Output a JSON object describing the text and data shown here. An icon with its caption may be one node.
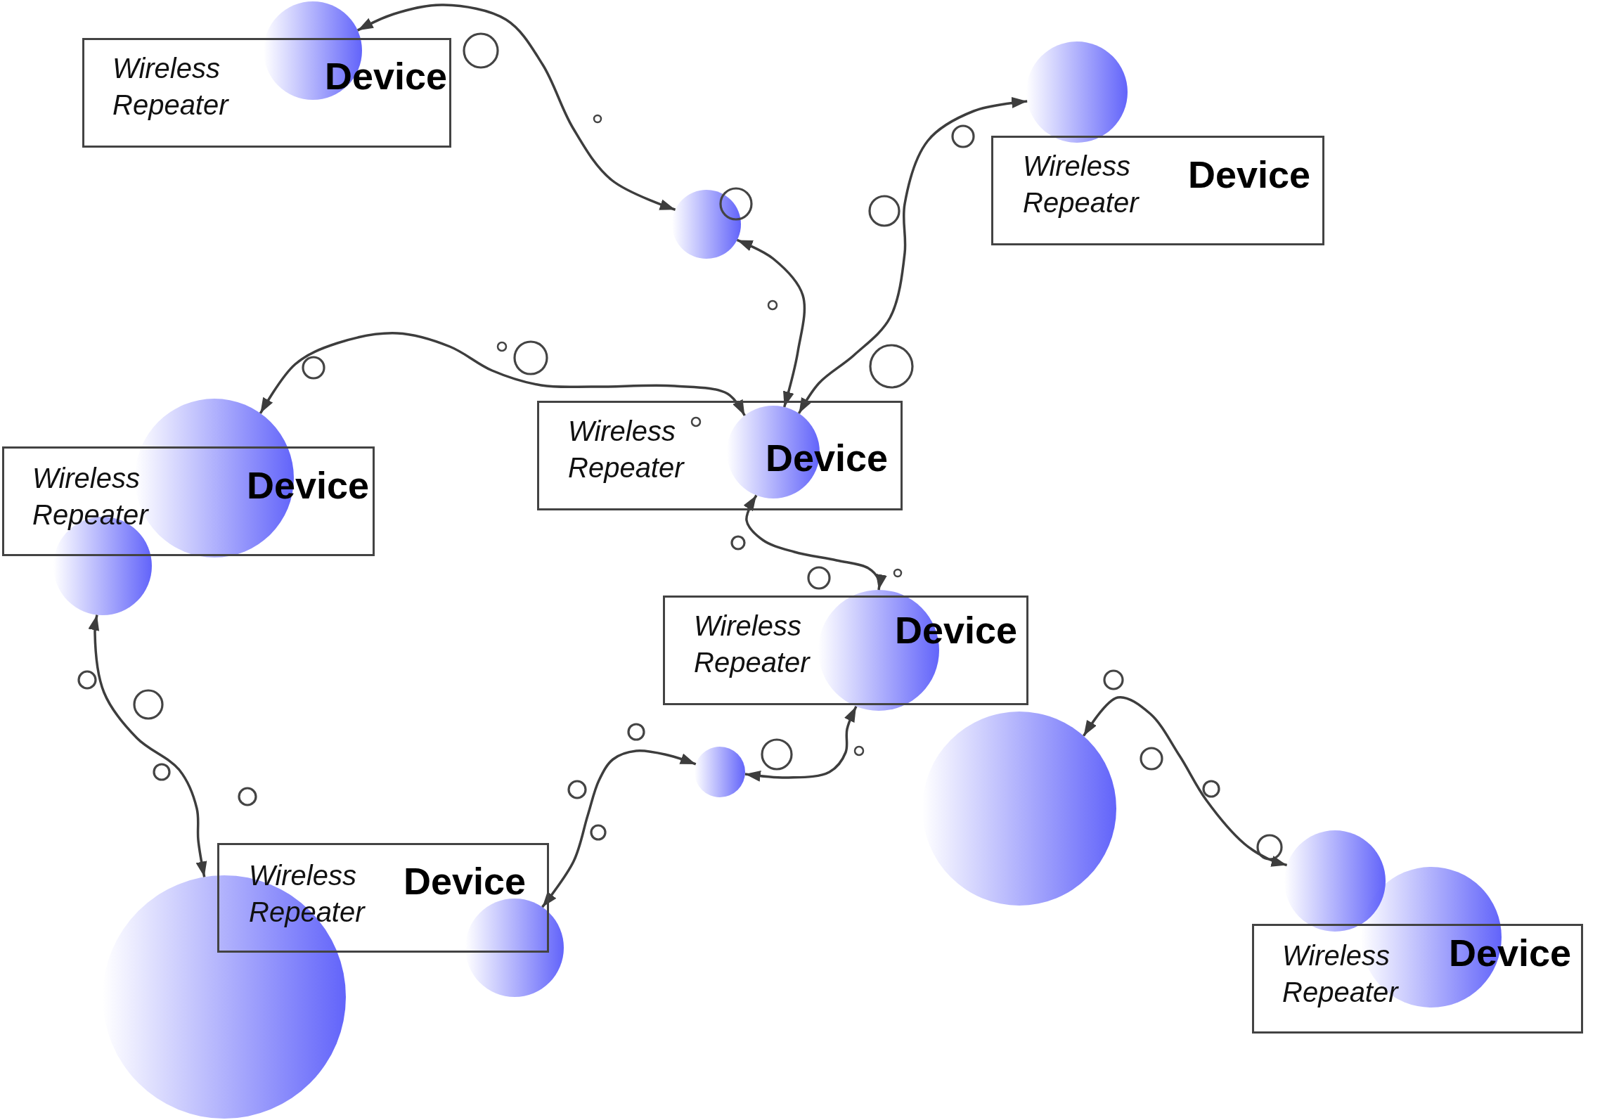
{
  "diagram": {
    "nodes": [
      {
        "text": [
          "Wireless Repeater",
          "Device"
        ]
      },
      {
        "text": [],
        "shape": "circle"
      },
      {
        "text": [],
        "shape": "circle"
      },
      {
        "text": [
          "Wireless Repeater",
          "Device"
        ]
      },
      {
        "text": [],
        "shape": "circle"
      },
      {
        "text": [
          "Wireless Repeater",
          "Device"
        ]
      },
      {
        "text": [],
        "shape": "circle",
        "in": 5
      },
      {
        "text": [],
        "shape": "circle"
      },
      {
        "text": [
          "Wireless Repeater",
          "Device"
        ]
      },
      {
        "text": [],
        "shape": "circle"
      },
      {
        "text": [
          "Wireless Repeater",
          "Device"
        ]
      },
      {
        "text": [],
        "shape": "circle"
      },
      {
        "text": [],
        "shape": "circle"
      },
      {
        "text": [],
        "shape": "circle"
      },
      {
        "text": [
          "Wireless Repeater",
          "Device"
        ]
      },
      {
        "text": [],
        "shape": "circle"
      },
      {
        "text": [],
        "shape": "circle"
      },
      {
        "text": [],
        "shape": "circle"
      },
      {
        "text": [],
        "shape": "circle"
      },
      {
        "text": [
          "Wireless Repeater",
          "Device"
        ]
      }
    ],
    "edges": [
      {
        "from": 1,
        "to": 4,
        "arrow": "both"
      },
      {
        "from": 4,
        "to": 6,
        "arrow": "both"
      },
      {
        "from": 6,
        "to": 2,
        "arrow": "both"
      },
      {
        "from": 6,
        "to": 7,
        "arrow": "both"
      },
      {
        "from": 9,
        "to": 15,
        "arrow": "both"
      },
      {
        "from": 6,
        "to": 11,
        "arrow": "both"
      },
      {
        "from": 11,
        "to": 13,
        "arrow": "both"
      },
      {
        "from": 13,
        "to": 16,
        "arrow": "both"
      },
      {
        "from": 12,
        "to": 17,
        "arrow": "both"
      }
    ]
  }
}
